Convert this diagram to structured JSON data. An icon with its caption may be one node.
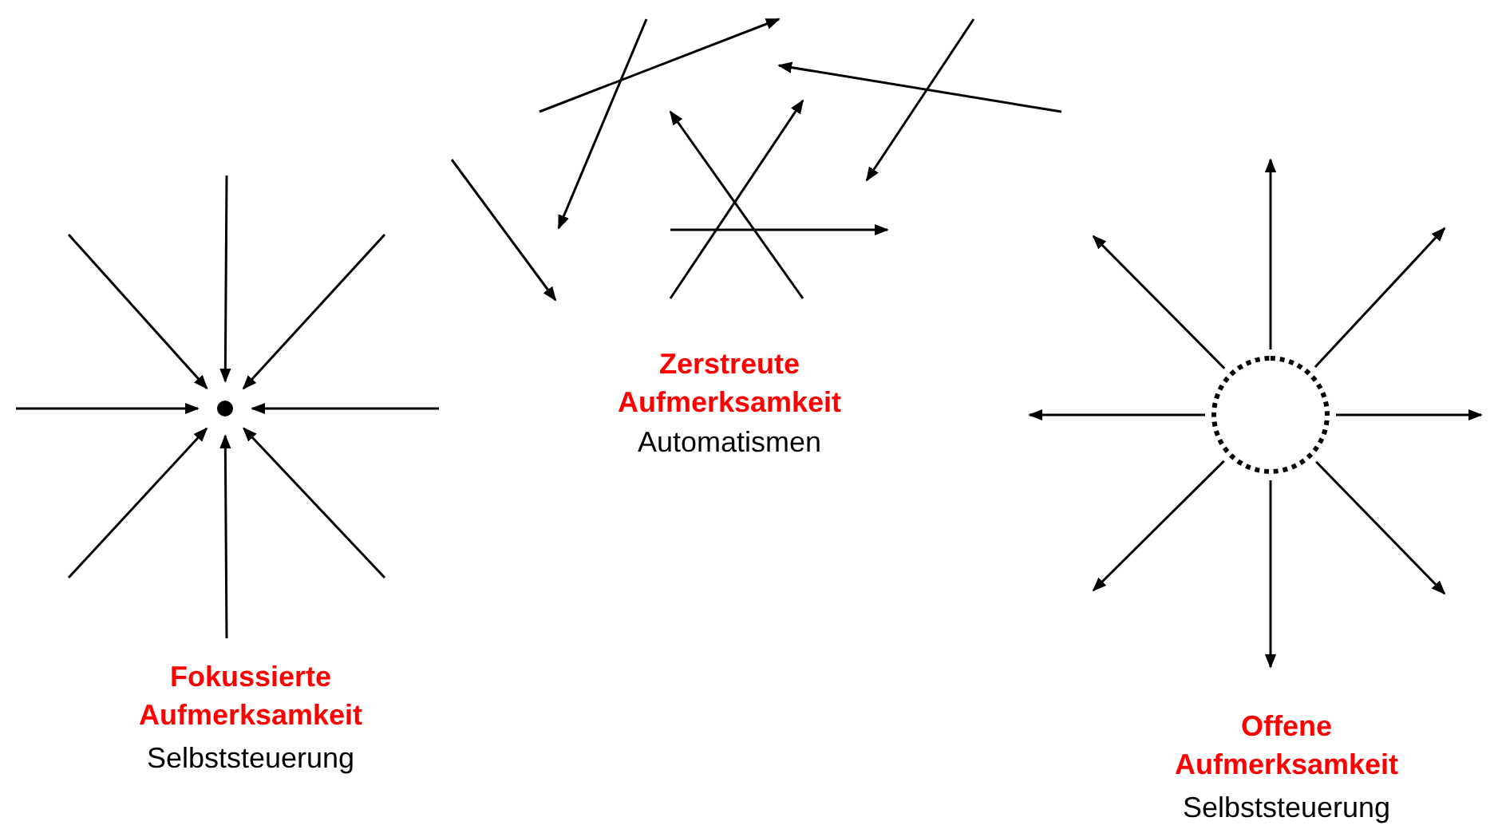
{
  "diagram": {
    "nodes": [
      {
        "text": [],
        "shape": "circle"
      },
      {
        "text": [],
        "shape": "circle"
      }
    ],
    "edges": [
      {
        "from": null,
        "to": 0,
        "arrow": "to"
      },
      {
        "from": null,
        "to": 0,
        "arrow": "to"
      },
      {
        "from": null,
        "to": 0,
        "arrow": "to"
      },
      {
        "from": null,
        "to": 0,
        "arrow": "to"
      },
      {
        "from": null,
        "to": 0,
        "arrow": "to"
      },
      {
        "from": null,
        "to": 0,
        "arrow": "to"
      },
      {
        "from": null,
        "to": 0,
        "arrow": "to"
      },
      {
        "from": null,
        "to": 0,
        "arrow": "to"
      },
      {
        "from": 1,
        "to": null,
        "arrow": "to"
      },
      {
        "from": 1,
        "to": null,
        "arrow": "to"
      },
      {
        "from": 1,
        "to": null,
        "arrow": "to"
      },
      {
        "from": 1,
        "to": null,
        "arrow": "to"
      },
      {
        "from": 1,
        "to": null,
        "arrow": "to"
      },
      {
        "from": 1,
        "to": null,
        "arrow": "to"
      },
      {
        "from": 1,
        "to": null,
        "arrow": "to"
      },
      {
        "from": 1,
        "to": null,
        "arrow": "to"
      }
    ],
    "labels": [
      "Zerstreute Aufmerksamkeit",
      "Automatismen",
      "Fokussierte Aufmerksamkeit",
      "Selbststeuerung",
      "Offene Aufmerksamkeit",
      "Selbststeuerung"
    ]
  }
}
